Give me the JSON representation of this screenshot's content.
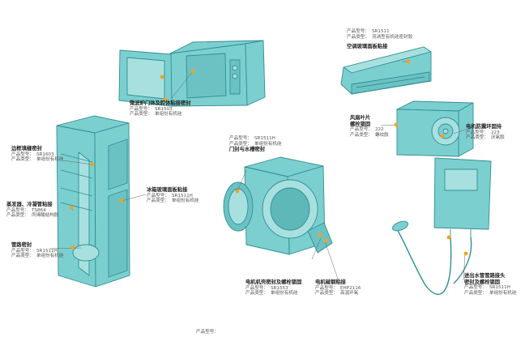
{
  "labels": {
    "model": "产品型号：",
    "type": "产品类型："
  },
  "microwave": {
    "title": "微波炉门体及腔体粘接密封",
    "model": "SR1503",
    "type": "单组份有机硅"
  },
  "ac": {
    "model": "SR1511",
    "type": "流淌型有机硅密封胶",
    "title": "空调玻璃面板粘接"
  },
  "fan": {
    "title_line1": "风扇叶片",
    "title_line2": "螺栓锁固",
    "model": "222",
    "type": "螺纹胶"
  },
  "motor_vib": {
    "title": "电机防震环固持",
    "model": "223",
    "type": "厌氧胶"
  },
  "fridge_edge": {
    "title": "边框填缝密封",
    "model": "SR1603",
    "type": "单组份有机硅"
  },
  "fridge_glass": {
    "title": "冰箱玻璃面板粘接",
    "model": "SR1511H",
    "type": "单组份有机硅"
  },
  "evaporator": {
    "title": "蒸发器、冷凝管粘接",
    "model": "TS864",
    "type": "丙烯酸结构胶"
  },
  "pipe": {
    "title": "管路密封",
    "model": "SR1511H",
    "type": "单组份有机硅"
  },
  "washer_door": {
    "model": "SR1511H",
    "type": "单组份有机硅",
    "title": "门封与水槽密封"
  },
  "motor_housing": {
    "title": "电机机壳密封及螺栓锁固",
    "model": "SR1553",
    "type": "单组份有机硅"
  },
  "motor_steel": {
    "title": "电机磁钢粘接",
    "model": "EHP2116",
    "type": "高温环氧"
  },
  "heater": {
    "title_line1": "进出水管管路接头",
    "title_line2": "密封及螺栓锁固",
    "model": "SR1511H",
    "type": "单组份有机硅"
  },
  "bottom_caption": "产品型号：",
  "colors": {
    "fill": "#7ccfcf",
    "stroke": "#2f8f95",
    "dot": "#f2a21e",
    "leader": "#666666"
  }
}
